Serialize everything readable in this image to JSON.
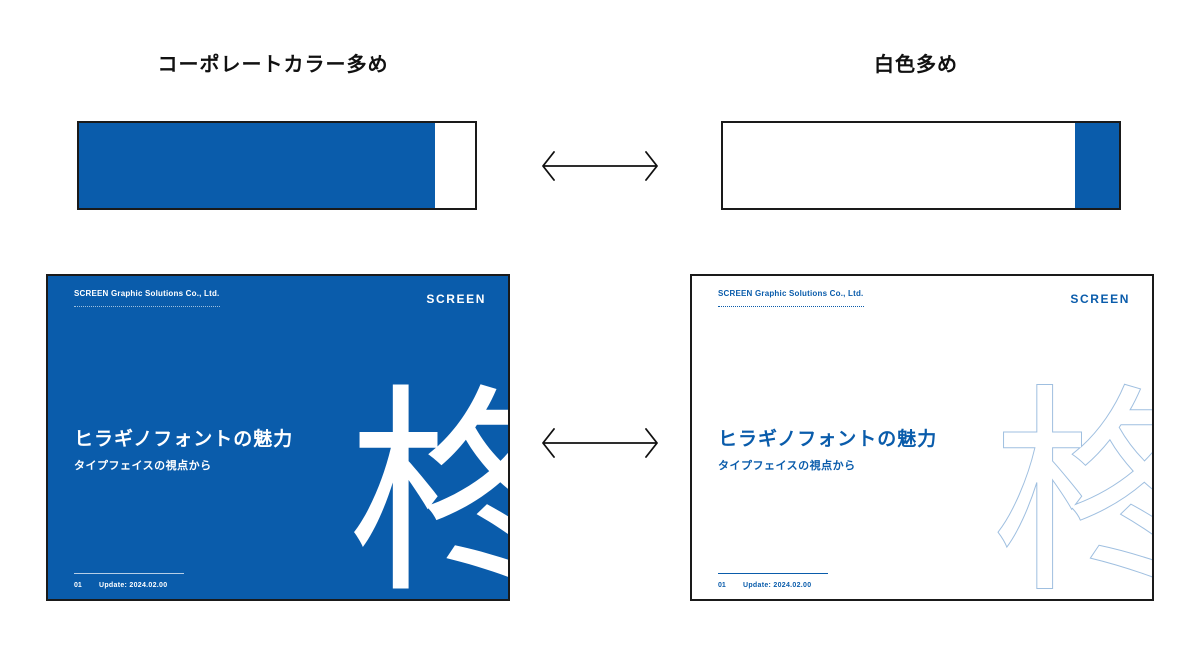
{
  "colors": {
    "corporate": "#0a5cab",
    "white": "#ffffff",
    "outline": "#1a1a1a"
  },
  "left": {
    "heading": "コーポレートカラー多め",
    "swatch": {
      "corporate_share": 0.89,
      "white_share": 0.11
    }
  },
  "right": {
    "heading": "白色多め",
    "swatch": {
      "white_share": 0.89,
      "corporate_share": 0.11
    }
  },
  "arrow_icon": "double-arrow-icon",
  "slide": {
    "company": "SCREEN Graphic Solutions Co., Ltd.",
    "logo": "SCREEN",
    "title": "ヒラギノフォントの魅力",
    "subtitle": "タイプフェイスの視点から",
    "kanji": "柊",
    "page_no": "01",
    "update": "Update: 2024.02.00"
  }
}
